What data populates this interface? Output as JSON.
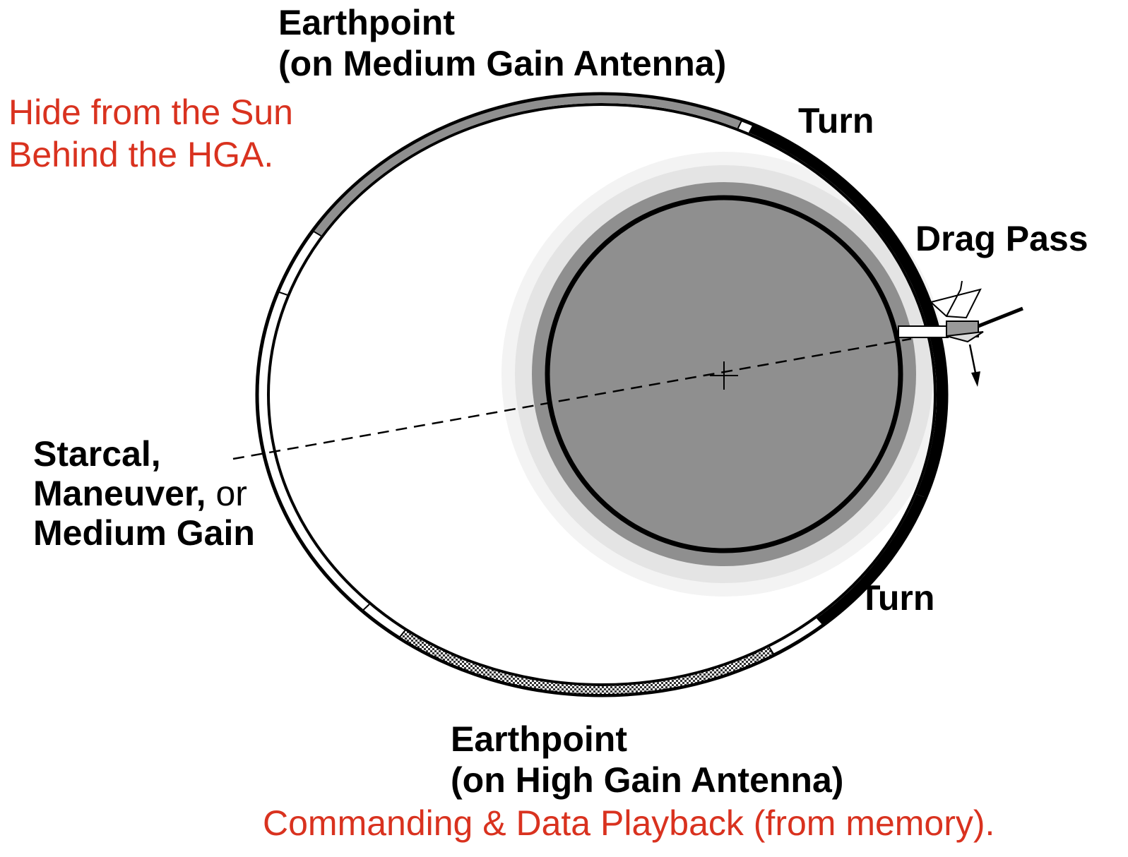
{
  "labels": {
    "earthpoint_mga_line1": "Earthpoint",
    "earthpoint_mga_line2": "(on Medium Gain Antenna)",
    "hide_line1": "Hide from the Sun",
    "hide_line2": "Behind the HGA.",
    "turn_top": "Turn",
    "drag_pass": "Drag Pass",
    "starcal_line1": "Starcal,",
    "starcal_line2_bold": "Maneuver,",
    "starcal_line2_normal": " or",
    "starcal_line3": "Medium Gain",
    "turn_bottom": "Turn",
    "earthpoint_hga_line1": "Earthpoint",
    "earthpoint_hga_line2": "(on High Gain Antenna)",
    "commanding": "Commanding & Data Playback (from memory)."
  },
  "colors": {
    "annotation_red": "#d9321f",
    "planet_fill": "#8f8f8f",
    "atmosphere_inner": "#e6e6e6",
    "atmosphere_outer": "#f2f2f2",
    "orbit_stroke": "#000000",
    "mga_segment_fill": "#8f8f8f",
    "drag_pass_fill": "#000000"
  },
  "icons": {
    "spacecraft": "spacecraft-icon",
    "velocity_arrow": "arrow-down-icon",
    "planet_center": "crosshair-icon"
  }
}
